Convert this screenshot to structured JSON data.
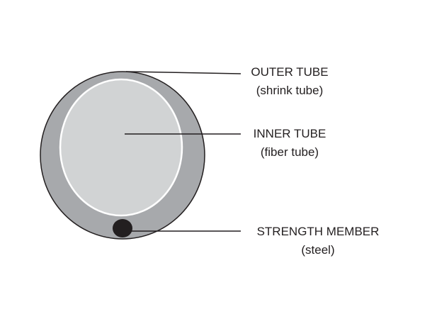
{
  "diagram": {
    "labels": {
      "outer_tube": {
        "title": "OUTER TUBE",
        "subtitle": "(shrink tube)"
      },
      "inner_tube": {
        "title": "INNER TUBE",
        "subtitle": "(fiber tube)"
      },
      "strength_member": {
        "title": "STRENGTH MEMBER",
        "subtitle": "(steel)"
      }
    },
    "colors": {
      "outer_tube_fill": "#a7a9ac",
      "inner_tube_fill": "#d1d3d4",
      "inner_tube_outline": "#ffffff",
      "outline": "#231f20",
      "strength_member_fill": "#231f20",
      "leader_line": "#231f20"
    }
  }
}
